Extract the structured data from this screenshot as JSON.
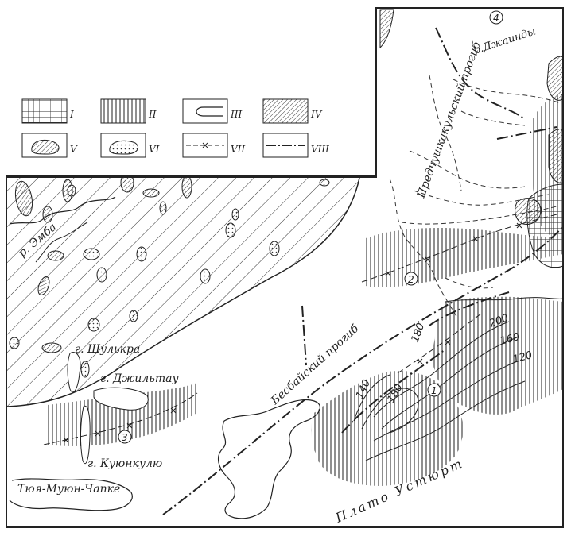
{
  "legend": {
    "items": [
      {
        "roman": "I",
        "pattern": "grid"
      },
      {
        "roman": "II",
        "pattern": "vertical-hatch"
      },
      {
        "roman": "III",
        "pattern": "pinch-out-contour"
      },
      {
        "roman": "IV",
        "pattern": "diagonal-hatch"
      },
      {
        "roman": "V",
        "pattern": "hatched-lens"
      },
      {
        "roman": "VI",
        "pattern": "dotted-lens"
      },
      {
        "roman": "VII",
        "pattern": "line-with-crosses"
      },
      {
        "roman": "VIII",
        "pattern": "dash-dot-line"
      }
    ]
  },
  "labels": {
    "river_emba": "р. Эмба",
    "river_dzhaindy": "р.Джаинды",
    "trough_prechushkakul": "Предчушкакульский прогиб",
    "trough_besbay": "Бесбайский прогиб",
    "mount_shulkra": "г. Шулькра",
    "mount_dzhiltau": "г. Джильтау",
    "mount_kuyunkulyu": "г. Куюнкулю",
    "tyuya_muyun": "Тюя-Муюн-Чапке",
    "plato_ustyurt": "Плато   Устюрт"
  },
  "contours": {
    "c200": "200",
    "c180a": "180",
    "c180b": "180",
    "c160": "160",
    "c140": "140",
    "c120": "120"
  },
  "circled_numbers": {
    "n1": "1",
    "n2": "2",
    "n3": "3",
    "n4": "4"
  },
  "colors": {
    "ink": "#222222",
    "paper": "#ffffff"
  }
}
